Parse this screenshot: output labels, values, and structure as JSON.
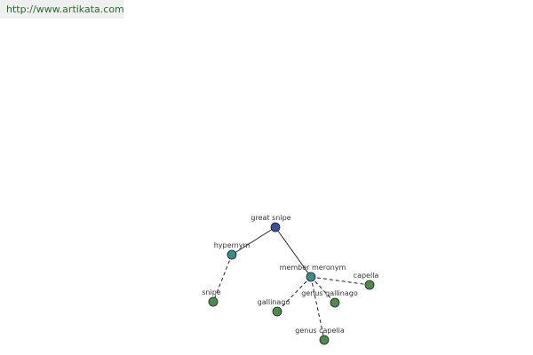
{
  "source": {
    "url": "http://www.artikata.com"
  },
  "graph": {
    "colors": {
      "root": "#3b4f9a",
      "relation": "#3d8a8a",
      "leaf": "#4e8a4e"
    },
    "nodes": [
      {
        "id": "great-snipe",
        "label": "great snipe",
        "kind": "root"
      },
      {
        "id": "hypernym",
        "label": "hypernym",
        "kind": "relation"
      },
      {
        "id": "member-meronym",
        "label": "member meronym",
        "kind": "relation"
      },
      {
        "id": "snipe",
        "label": "snipe",
        "kind": "leaf"
      },
      {
        "id": "gallinago",
        "label": "gallinago",
        "kind": "leaf"
      },
      {
        "id": "genus-gallinago",
        "label": "genus gallinago",
        "kind": "leaf"
      },
      {
        "id": "capella",
        "label": "capella",
        "kind": "leaf"
      },
      {
        "id": "genus-capella",
        "label": "genus capella",
        "kind": "leaf"
      }
    ],
    "edges": [
      {
        "from": "great-snipe",
        "to": "hypernym",
        "style": "solid"
      },
      {
        "from": "great-snipe",
        "to": "member-meronym",
        "style": "solid"
      },
      {
        "from": "hypernym",
        "to": "snipe",
        "style": "dashed"
      },
      {
        "from": "member-meronym",
        "to": "gallinago",
        "style": "dashed"
      },
      {
        "from": "member-meronym",
        "to": "genus-gallinago",
        "style": "dashed"
      },
      {
        "from": "member-meronym",
        "to": "capella",
        "style": "dashed"
      },
      {
        "from": "member-meronym",
        "to": "genus-capella",
        "style": "dashed"
      }
    ]
  }
}
